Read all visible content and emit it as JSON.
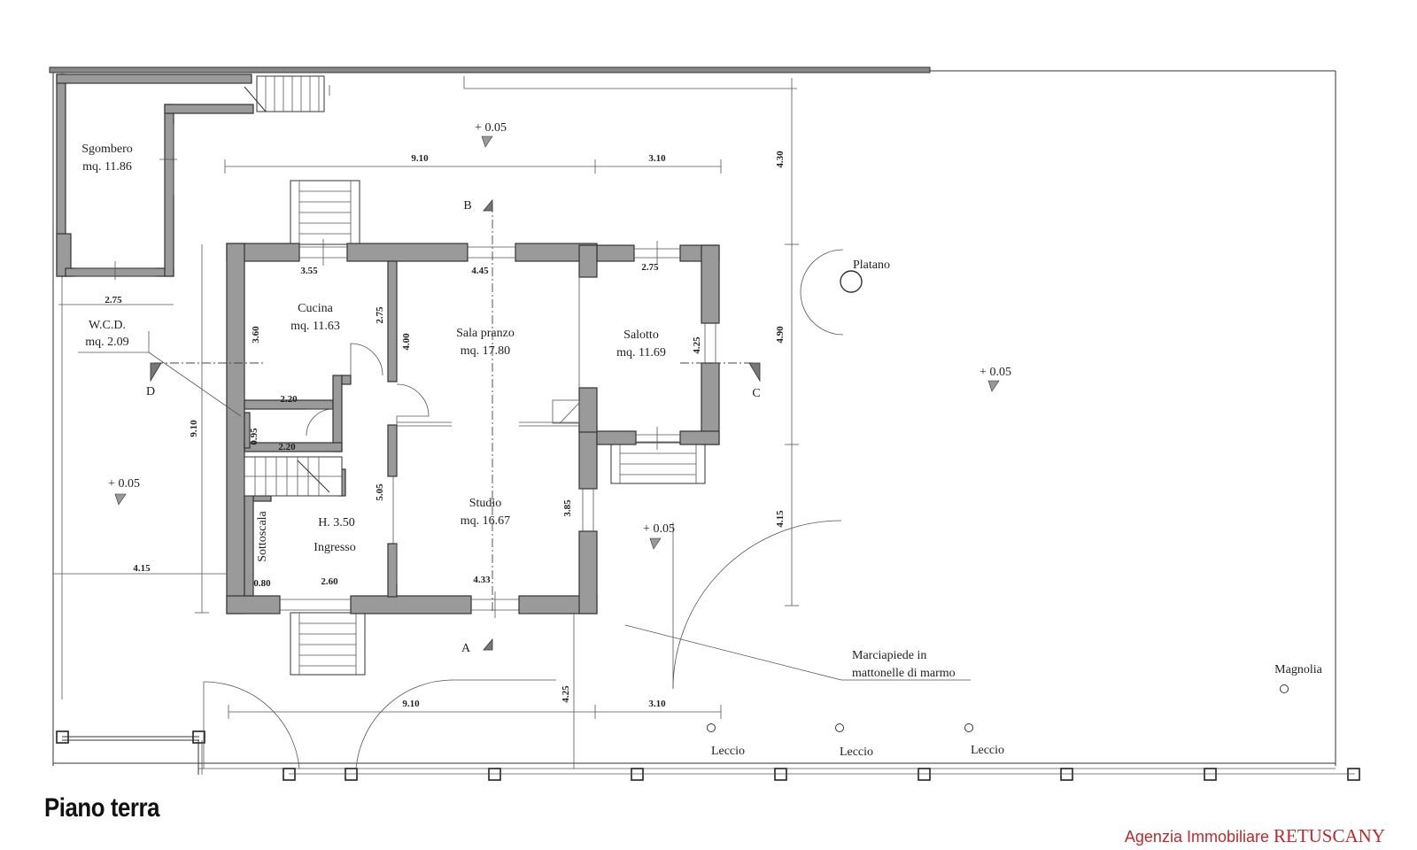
{
  "rooms": {
    "sgombero": {
      "name": "Sgombero",
      "area": "mq. 11.86"
    },
    "wcd": {
      "name": "W.C.D.",
      "area": "mq. 2.09"
    },
    "cucina": {
      "name": "Cucina",
      "area": "mq. 11.63"
    },
    "sala": {
      "name": "Sala pranzo",
      "area": "mq. 17.80"
    },
    "salotto": {
      "name": "Salotto",
      "area": "mq. 11.69"
    },
    "studio": {
      "name": "Studio",
      "area": "mq. 16.67"
    },
    "ingresso": {
      "name": "Ingresso",
      "height": "H. 3.50"
    },
    "sottoscala": {
      "name": "Sottoscala"
    }
  },
  "dimensions": {
    "top_left": "9.10",
    "top_right": "3.10",
    "right_top": "4.30",
    "right_mid": "4.90",
    "right_bot": "4.15",
    "bot_left": "9.10",
    "bot_right": "3.10",
    "bot_vert": "4.25",
    "sgombero_w": "2.75",
    "cucina_w": "3.55",
    "cucina_h": "3.60",
    "cucina_wall": "2.75",
    "sala_w": "4.45",
    "sala_h": "4.00",
    "salotto_w": "2.75",
    "salotto_h": "4.25",
    "cucina_b": "2.20",
    "wc_h": "0.95",
    "wc_w": "2.20",
    "left_h": "9.10",
    "left_w": "4.15",
    "ingresso_h": "5.05",
    "studio_h": "3.85",
    "sotto_w": "0.80",
    "ingresso_w": "2.60",
    "studio_w": "4.33"
  },
  "elevations": {
    "e1": "+ 0.05",
    "e2": "+ 0.05",
    "e3": "+ 0.05",
    "e4": "+ 0.05"
  },
  "sections": {
    "a": "A",
    "b": "B",
    "c": "C",
    "d": "D"
  },
  "trees": {
    "platano": "Platano",
    "magnolia": "Magnolia",
    "leccio1": "Leccio",
    "leccio2": "Leccio",
    "leccio3": "Leccio"
  },
  "notes": {
    "marciapiede_1": "Marciapiede in",
    "marciapiede_2": "mattonelle di marmo"
  },
  "title": "Piano terra",
  "agency": {
    "prefix": "Agenzia Immobiliare ",
    "brand": "RETUSCANY"
  }
}
